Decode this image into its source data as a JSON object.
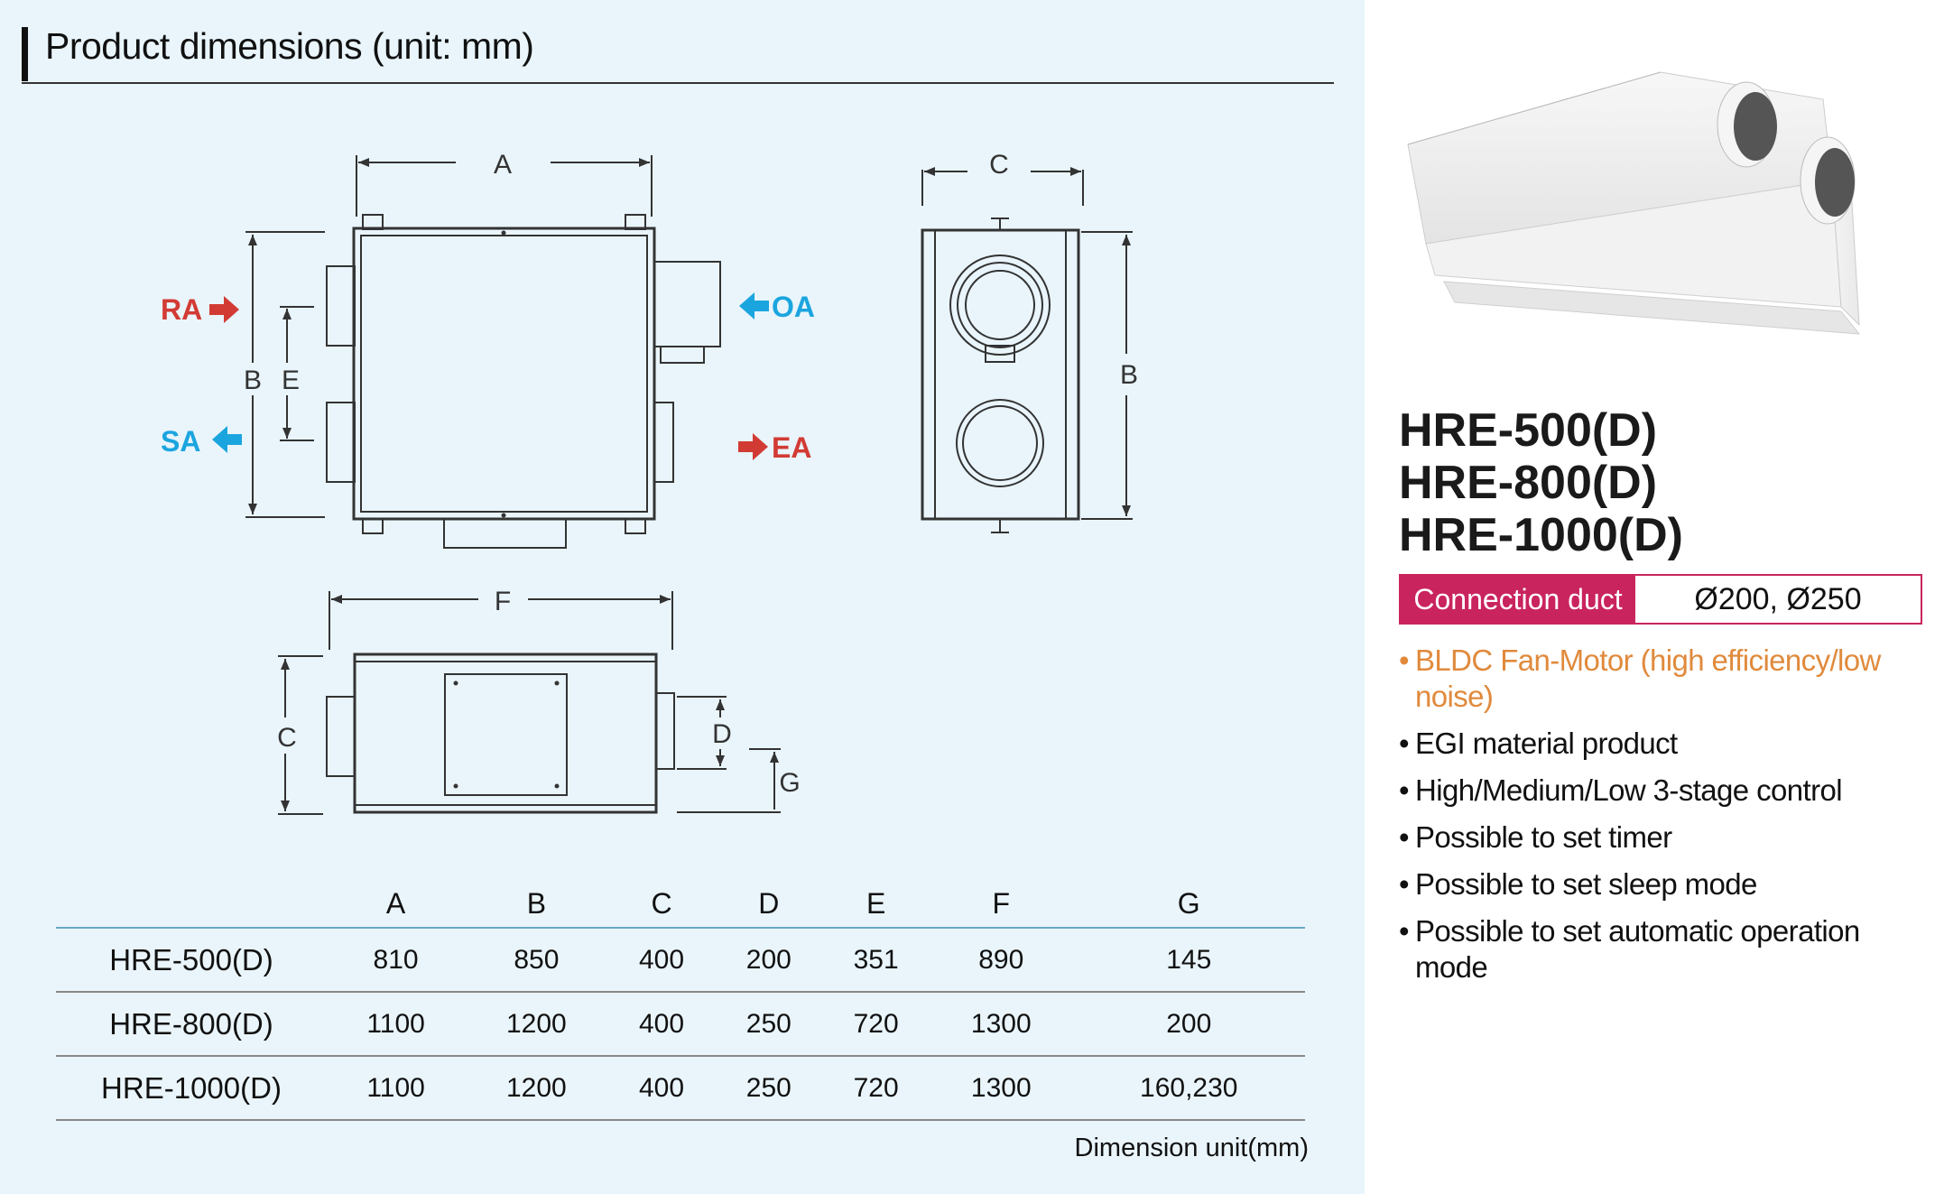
{
  "section_title": "Product dimensions (unit: mm)",
  "diagram": {
    "top_view": {
      "dim_A": "A",
      "dim_B": "B",
      "dim_E": "E",
      "port_RA": "RA",
      "port_SA": "SA",
      "port_OA": "OA",
      "port_EA": "EA"
    },
    "side_view": {
      "dim_C": "C",
      "dim_B": "B"
    },
    "front_view": {
      "dim_F": "F",
      "dim_C": "C",
      "dim_D": "D",
      "dim_G": "G"
    },
    "colors": {
      "red_port": "#d23b34",
      "blue_port": "#1ba5df",
      "line": "#333333"
    }
  },
  "table": {
    "headers": [
      "",
      "A",
      "B",
      "C",
      "D",
      "E",
      "F",
      "G"
    ],
    "rows": [
      [
        "HRE-500(D)",
        "810",
        "850",
        "400",
        "200",
        "351",
        "890",
        "145"
      ],
      [
        "HRE-800(D)",
        "1100",
        "1200",
        "400",
        "250",
        "720",
        "1300",
        "200"
      ],
      [
        "HRE-1000(D)",
        "1100",
        "1200",
        "400",
        "250",
        "720",
        "1300",
        "160,230"
      ]
    ],
    "unit_note": "Dimension unit(mm)"
  },
  "models": [
    "HRE-500(D)",
    "HRE-800(D)",
    "HRE-1000(D)"
  ],
  "connection_duct": {
    "label": "Connection duct",
    "value": "Ø200, Ø250"
  },
  "features": [
    {
      "text": "BLDC Fan-Motor (high efficiency/low noise)",
      "accent": true
    },
    {
      "text": "EGI material product",
      "accent": false
    },
    {
      "text": "High/Medium/Low 3-stage control",
      "accent": false
    },
    {
      "text": "Possible to set timer",
      "accent": false
    },
    {
      "text": "Possible to set sleep mode",
      "accent": false
    },
    {
      "text": "Possible to set automatic operation mode",
      "accent": false
    }
  ],
  "theme": {
    "panel_bg": "#e9f5fb",
    "accent": "#c9245e",
    "feature_accent": "#e08a3c"
  }
}
